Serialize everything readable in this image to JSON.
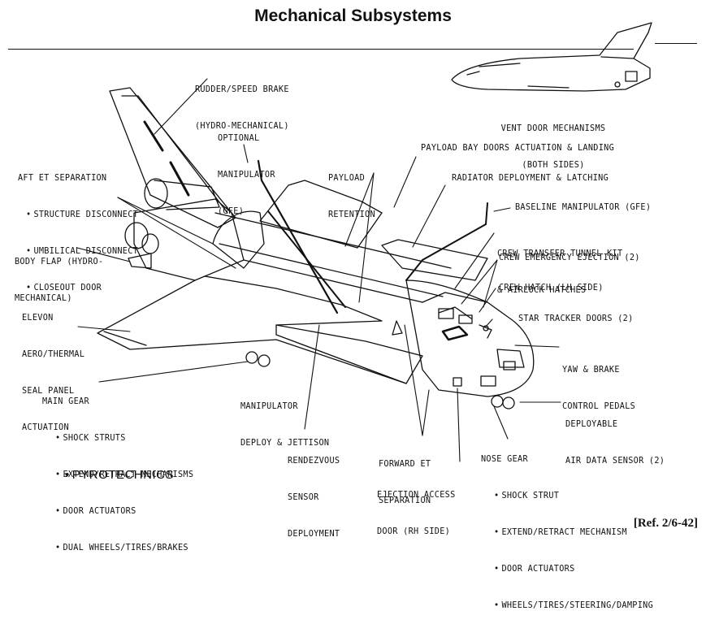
{
  "title": "Mechanical Subsystems",
  "vent_door": [
    "VENT DOOR MECHANISMS",
    "(BOTH SIDES)"
  ],
  "rudder": [
    "RUDDER/SPEED BRAKE",
    "(HYDRO-MECHANICAL)"
  ],
  "optional_manipulator": [
    "OPTIONAL",
    "MANIPULATOR",
    "(GFE)"
  ],
  "aft_et": {
    "heading": "AFT ET SEPARATION",
    "items": [
      "STRUCTURE DISCONNECT",
      "UMBILICAL DISCONNECT",
      "CLOSEOUT DOOR"
    ]
  },
  "payload_retention": [
    "PAYLOAD",
    "RETENTION"
  ],
  "payload_bay_doors": "PAYLOAD BAY DOORS ACTUATION & LANDING",
  "radiator": "RADIATOR DEPLOYMENT & LATCHING",
  "baseline_manipulator": "BASELINE MANIPULATOR (GFE)",
  "crew_transfer": [
    "CREW TRANSFER TUNNEL KIT",
    "& AIRLOCK HATCHES"
  ],
  "crew_emergency": "CREW EMERGENCY EJECTION (2)",
  "crew_hatch": "CREW HATCH (LH SIDE)",
  "star_tracker": "STAR TRACKER DOORS (2)",
  "yaw_brake": [
    "YAW & BRAKE",
    "CONTROL PEDALS"
  ],
  "body_flap": [
    "BODY FLAP (HYDRO-",
    "MECHANICAL)"
  ],
  "elevon": [
    "ELEVON",
    "AERO/THERMAL",
    "SEAL PANEL",
    "ACTUATION"
  ],
  "main_gear": {
    "heading": "MAIN GEAR",
    "items": [
      "SHOCK STRUTS",
      "EXTEND/RETRACT MECHANISMS",
      "DOOR ACTUATORS",
      "DUAL WHEELS/TIRES/BRAKES"
    ]
  },
  "manipulator_deploy": [
    "MANIPULATOR",
    "DEPLOY & JETTISON"
  ],
  "deployable_air": [
    "DEPLOYABLE",
    "AIR DATA SENSOR (2)"
  ],
  "rendezvous": [
    "RENDEZVOUS",
    "SENSOR",
    "DEPLOYMENT"
  ],
  "forward_et": [
    "FORWARD ET",
    "SEPARATION"
  ],
  "ejection_access": [
    "EJECTION ACCESS",
    "DOOR (RH SIDE)"
  ],
  "nose_gear": {
    "heading": "NOSE GEAR",
    "items": [
      "SHOCK STRUT",
      "EXTEND/RETRACT MECHANISM",
      "DOOR ACTUATORS",
      "WHEELS/TIRES/STEERING/DAMPING"
    ]
  },
  "pyrotechnics": "PYROTECHNICS",
  "ref": "[Ref. 2/6-42]"
}
